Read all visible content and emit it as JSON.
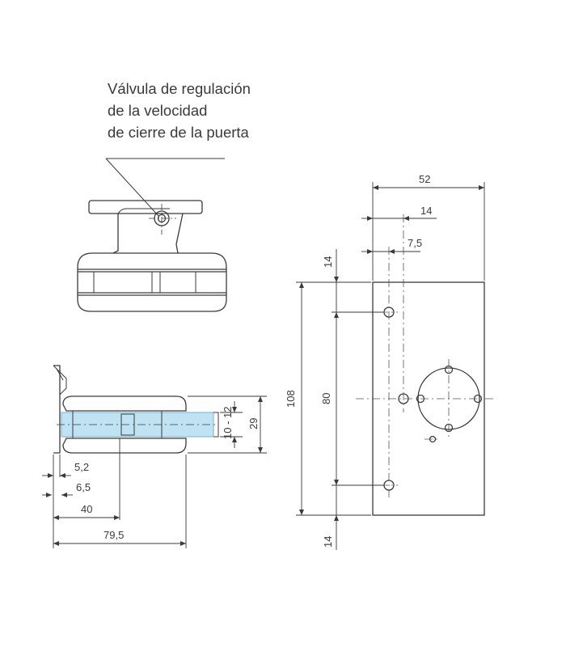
{
  "callout": {
    "lines": [
      "Válvula de regulación",
      "de la velocidad",
      "de cierre de la puerta"
    ]
  },
  "dimensions": {
    "side": {
      "d1": "5,2",
      "d2": "6,5",
      "d3": "40",
      "d4": "79,5",
      "glass": "10 - 12",
      "height": "29"
    },
    "plate": {
      "width": "52",
      "offset_a": "14",
      "offset_b": "7,5",
      "top": "14",
      "height": "108",
      "holes": "80",
      "bottom": "14"
    }
  },
  "colors": {
    "line": "#3a3a3a",
    "glass": "#bfe3f2",
    "dash": "#555555"
  }
}
